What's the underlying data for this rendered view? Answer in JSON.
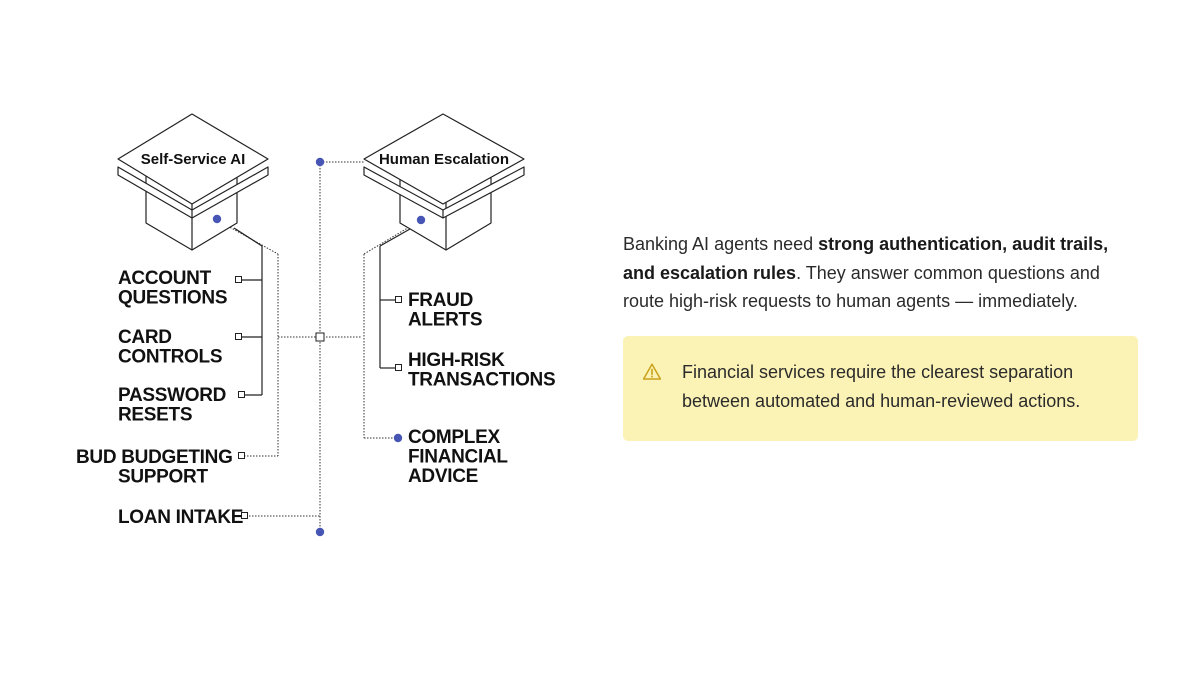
{
  "diagram": {
    "left_box": {
      "title": "Self-Service AI"
    },
    "right_box": {
      "title": "Human Escalation"
    },
    "left_items": [
      {
        "line1": "ACCOUNT",
        "line2": "QUESTIONS"
      },
      {
        "line1": "CARD",
        "line2": "CONTROLS"
      },
      {
        "line1": "PASSWORD",
        "line2": "RESETS"
      },
      {
        "line1": "BUD BUDGETING",
        "line2": "SUPPORT"
      },
      {
        "line1": "LOAN INTAKE"
      }
    ],
    "right_items": [
      {
        "line1": "FRAUD",
        "line2": "ALERTS"
      },
      {
        "line1": "HIGH-RISK",
        "line2": "TRANSACTIONS"
      },
      {
        "line1": "COMPLEX",
        "line2": "FINANCIAL",
        "line3": "ADVICE"
      }
    ],
    "accent_color": "#4755b4"
  },
  "intro": {
    "text_before": "Banking AI agents need ",
    "bold": "strong authentication, audit trails, and escalation rules",
    "text_after": ". They answer common questions and route high-risk requests to human agents — immediately."
  },
  "callout": {
    "icon": "warning-triangle-icon",
    "text": "Financial services require the clearest separation between automated and human-reviewed actions.",
    "background": "#fbf2b6",
    "icon_color": "#c9a21a"
  }
}
